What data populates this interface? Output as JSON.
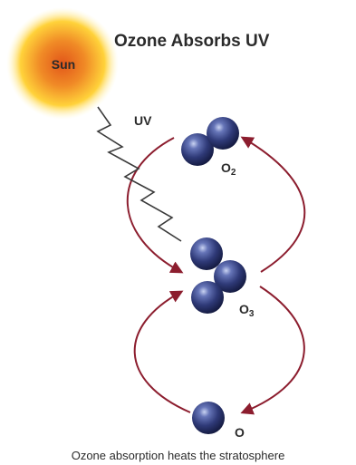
{
  "title": "Ozone Absorbs UV",
  "sun_label": "Sun",
  "uv_label": "UV",
  "molecules": {
    "o2": {
      "symbol": "O",
      "subscript": "2"
    },
    "o3": {
      "symbol": "O",
      "subscript": "3"
    },
    "o": {
      "symbol": "O"
    }
  },
  "caption": "Ozone absorption heats the stratosphere",
  "colors": {
    "arrow": "#8c1d2e",
    "atom": "#2f3a78",
    "sun_core": "#e8701f",
    "sun_glow": "#ffe66b",
    "zigzag": "#3a3a3a"
  }
}
